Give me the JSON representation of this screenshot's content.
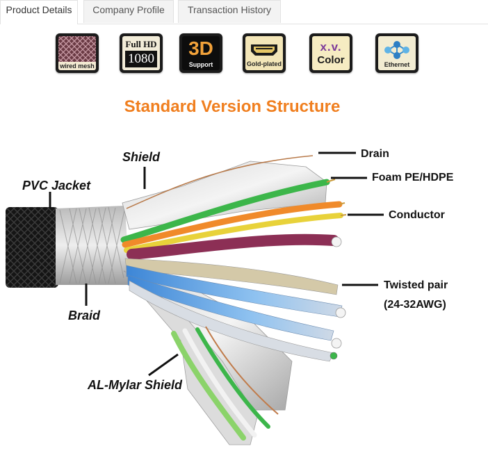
{
  "tabs": [
    {
      "label": "Product Details"
    },
    {
      "label": "Company Profile"
    },
    {
      "label": "Transaction History"
    }
  ],
  "badges": [
    {
      "icon": "wired-mesh-icon",
      "caption": "wired mesh"
    },
    {
      "icon": "full-hd-icon",
      "line1": "Full HD",
      "line2": "1080"
    },
    {
      "icon": "3d-icon",
      "big": "3D",
      "caption": "Support"
    },
    {
      "icon": "hdmi-port-icon",
      "caption": "Gold-plated"
    },
    {
      "icon": "xv-color-icon",
      "line1": "x.v.",
      "line2": "Color"
    },
    {
      "icon": "ethernet-icon",
      "caption": "Ethernet"
    }
  ],
  "diagram": {
    "title": "Standard Version Structure",
    "labels": {
      "shield": "Shield",
      "pvc_jacket": "PVC Jacket",
      "braid": "Braid",
      "al_mylar": "AL-Mylar Shield",
      "drain": "Drain",
      "foam": "Foam PE/HDPE",
      "conductor": "Conductor",
      "twisted_pair": "Twisted pair",
      "awg": "(24-32AWG)"
    }
  },
  "colors": {
    "title_orange": "#f07f1f",
    "tab_border": "#e2e2e2",
    "badge_bg": "#1b1b1b"
  }
}
